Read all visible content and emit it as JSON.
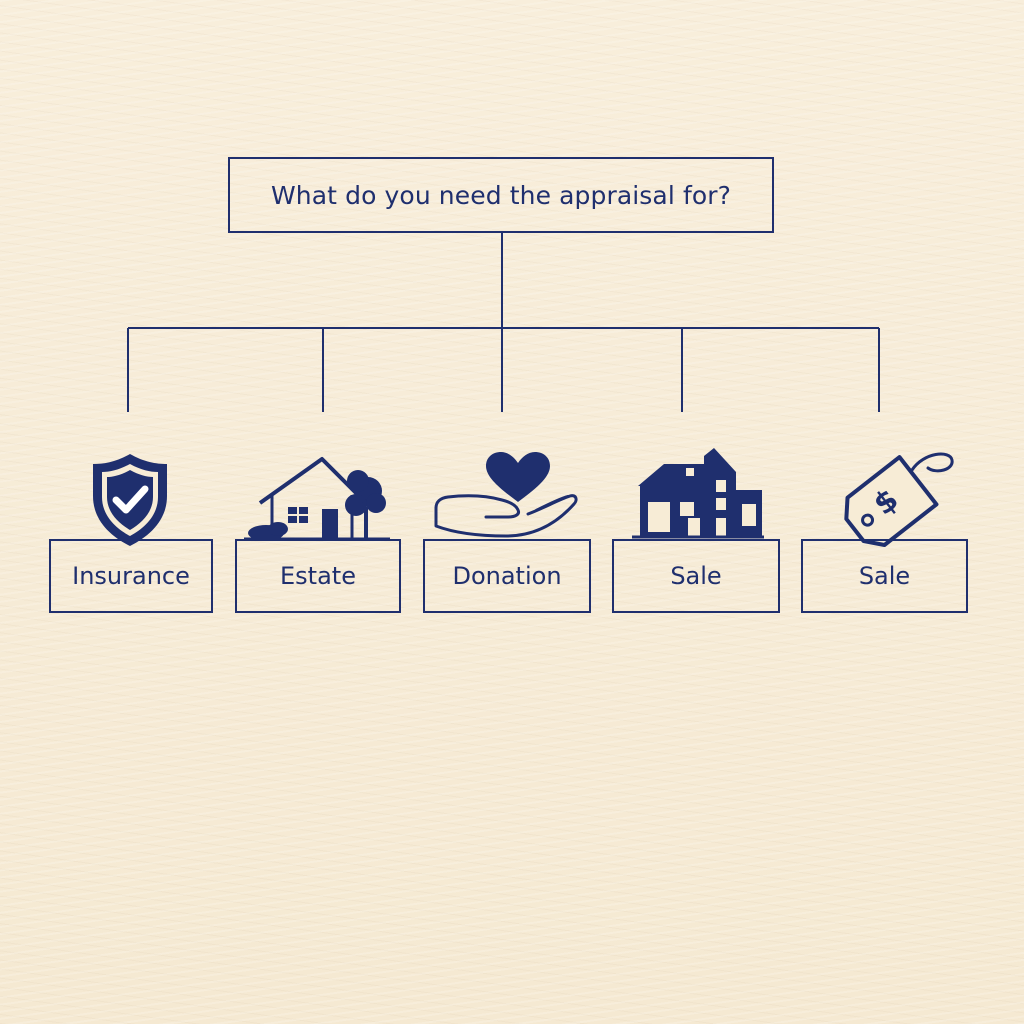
{
  "diagram": {
    "question": "What do you need the appraisal for?",
    "colors": {
      "ink": "#1f2f6e",
      "paper": "#f7ecd6"
    },
    "options": [
      {
        "label": "Insurance",
        "icon": "shield-check-icon"
      },
      {
        "label": "Estate",
        "icon": "house-with-tree-icon"
      },
      {
        "label": "Donation",
        "icon": "heart-in-hand-icon"
      },
      {
        "label": "Sale",
        "icon": "modern-house-icon"
      },
      {
        "label": "Sale",
        "icon": "price-tag-dollar-icon"
      }
    ]
  }
}
